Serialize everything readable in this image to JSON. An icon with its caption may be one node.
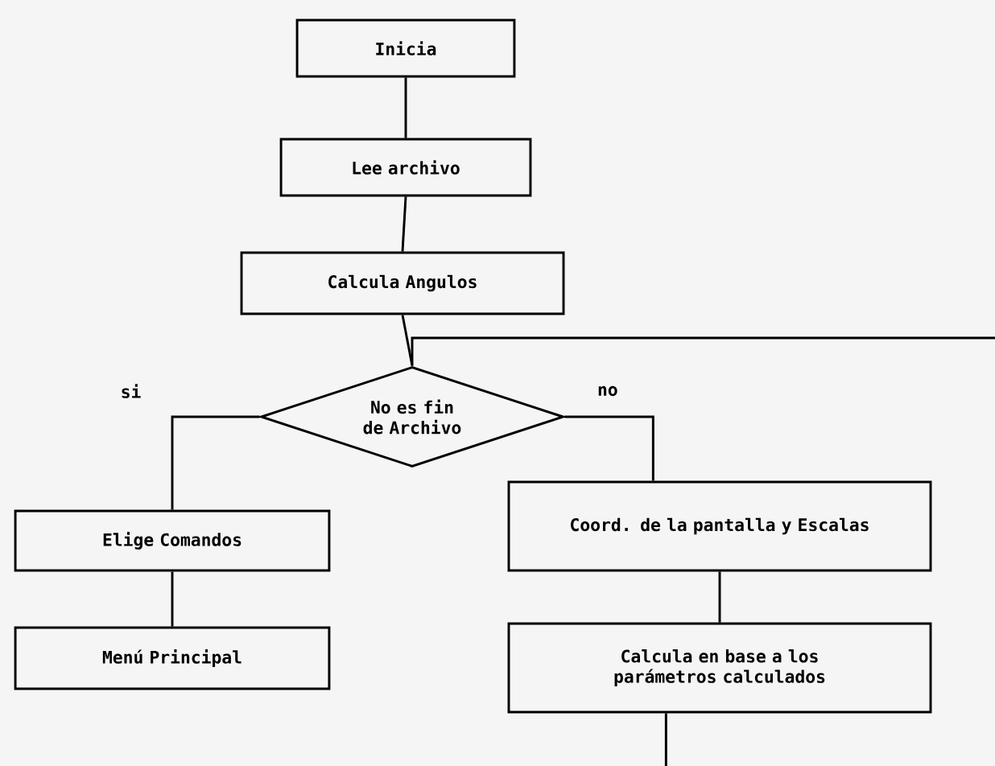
{
  "diagram": {
    "nodes": [
      {
        "text": [
          "Inicia"
        ]
      },
      {
        "text": [
          "Lee archivo"
        ]
      },
      {
        "text": [
          "Calcula Angulos"
        ]
      },
      {
        "text": [
          "No es fin de Archivo"
        ]
      },
      {
        "text": [
          "Elige Comandos"
        ]
      },
      {
        "text": [
          "Menú Principal"
        ]
      },
      {
        "text": [
          "Coord. de la pantalla y Escalas"
        ]
      },
      {
        "text": [
          "Calcula en base a los parámetros calculados"
        ]
      }
    ],
    "edges": [
      {
        "from": 0,
        "to": 1,
        "arrow": "none"
      },
      {
        "from": 1,
        "to": 2,
        "arrow": "none"
      },
      {
        "from": 2,
        "to": 3,
        "arrow": "none"
      },
      {
        "from": 3,
        "to": 4,
        "arrow": "none",
        "label": "si"
      },
      {
        "from": 4,
        "to": 5,
        "arrow": "none"
      },
      {
        "from": 3,
        "to": 6,
        "arrow": "none",
        "label": "no"
      },
      {
        "from": 6,
        "to": 7,
        "arrow": "none"
      },
      {
        "from": 7,
        "to": null,
        "arrow": "none"
      },
      {
        "from": null,
        "to": 3,
        "arrow": "none"
      }
    ]
  }
}
